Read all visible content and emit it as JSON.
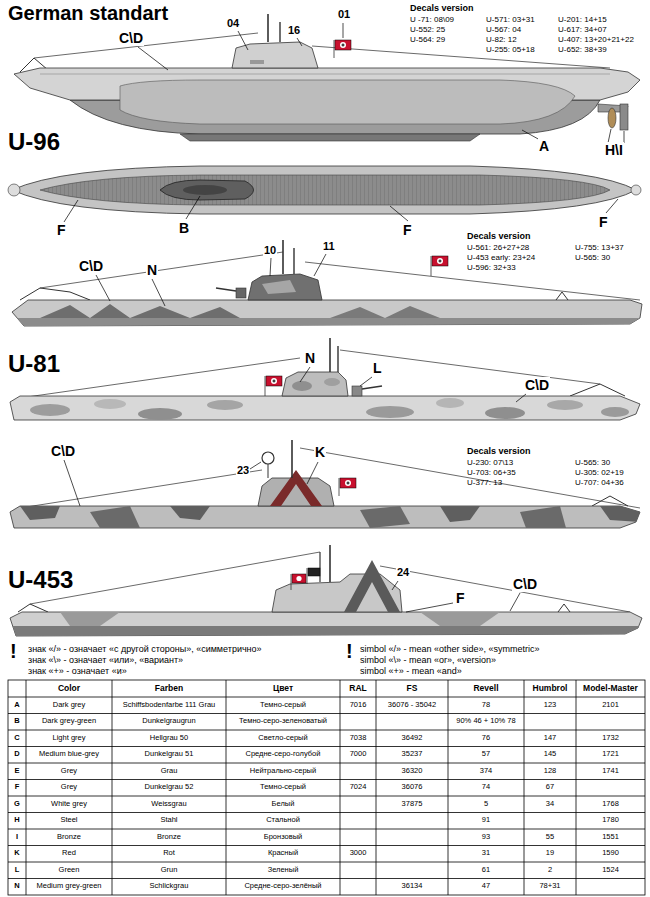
{
  "diagram": {
    "title": "German standart",
    "labels": [
      "C\\D",
      "04",
      "16",
      "01",
      "Decals version",
      "U -71: 08\\09",
      "U-552: 25",
      "U-564: 29",
      "U-571: 03+31",
      "U-567: 04",
      "U-82: 12",
      "U-255: 05+18",
      "U-201: 14+15",
      "U-617: 34+07",
      "U-407: 13+20+21+22",
      "U-652: 38+39",
      "A",
      "H\\I",
      "U-96",
      "F",
      "B",
      "F",
      "F",
      "Decals version",
      "U-561: 26+27+28",
      "U-453 early: 23+24",
      "U-596: 32+33",
      "U-755: 13+37",
      "U-565: 30",
      "C\\D",
      "N",
      "10",
      "11",
      "U-81",
      "N",
      "L",
      "C\\D",
      "Decals version",
      "U-230: 07\\13",
      "U-703: 06+35",
      "U-377: 13",
      "U-565: 30",
      "U-305: 02+19",
      "U-707: 04+36",
      "C\\D",
      "23",
      "K",
      "U-453",
      "24",
      "F",
      "C\\D",
      "!",
      "знак «/» - означает «с другой стороны», «симметрично»",
      "знак «\\» - означает «или», «вариант»",
      "знак «+» - означает «и»",
      "!",
      "simbol «/» - mean «other side», «symmetric»",
      "simbol «\\» - mean «or», «version»",
      "simbol «+» - mean «and»",
      "Color",
      "Farben",
      "Цвет",
      "RAL",
      "FS",
      "Revell",
      "Humbrol",
      "Model-Master",
      "A",
      "Dark grey",
      "Schiffsbodenfarbe 111 Grau",
      "Темно-серый",
      "7016",
      "36076 - 35042",
      "78",
      "123",
      "2101",
      "B",
      "Dark grey-green",
      "Dunkelgraugrun",
      "Темно-серо-зеленоватый",
      "90% 46 + 10% 78",
      "C",
      "Light grey",
      "Hellgrau 50",
      "Светло-серый",
      "7038",
      "36492",
      "76",
      "147",
      "1732",
      "D",
      "Medium blue-grey",
      "Dunkelgrau 51",
      "Средне-серо-голубой",
      "7000",
      "35237",
      "57",
      "145",
      "1721",
      "E",
      "Grey",
      "Grau",
      "Нейтрально-серый",
      "36320",
      "374",
      "128",
      "1741",
      "F",
      "Grey",
      "Dunkelgrau 52",
      "Темно-серый",
      "7024",
      "36076",
      "74",
      "67",
      "G",
      "White grey",
      "Weissgrau",
      "Белый",
      "37875",
      "5",
      "34",
      "1768",
      "H",
      "Steel",
      "Stahl",
      "Стальной",
      "91",
      "1780",
      "I",
      "Bronze",
      "Bronze",
      "Бронзовый",
      "93",
      "55",
      "1551",
      "K",
      "Red",
      "Rot",
      "Красный",
      "3000",
      "31",
      "19",
      "1590",
      "L",
      "Green",
      "Grun",
      "Зеленый",
      "61",
      "2",
      "1524",
      "N",
      "Medium grey-green",
      "Schlickgrau",
      "Средне-серо-зелёный",
      "36134",
      "47",
      "78+31"
    ]
  }
}
